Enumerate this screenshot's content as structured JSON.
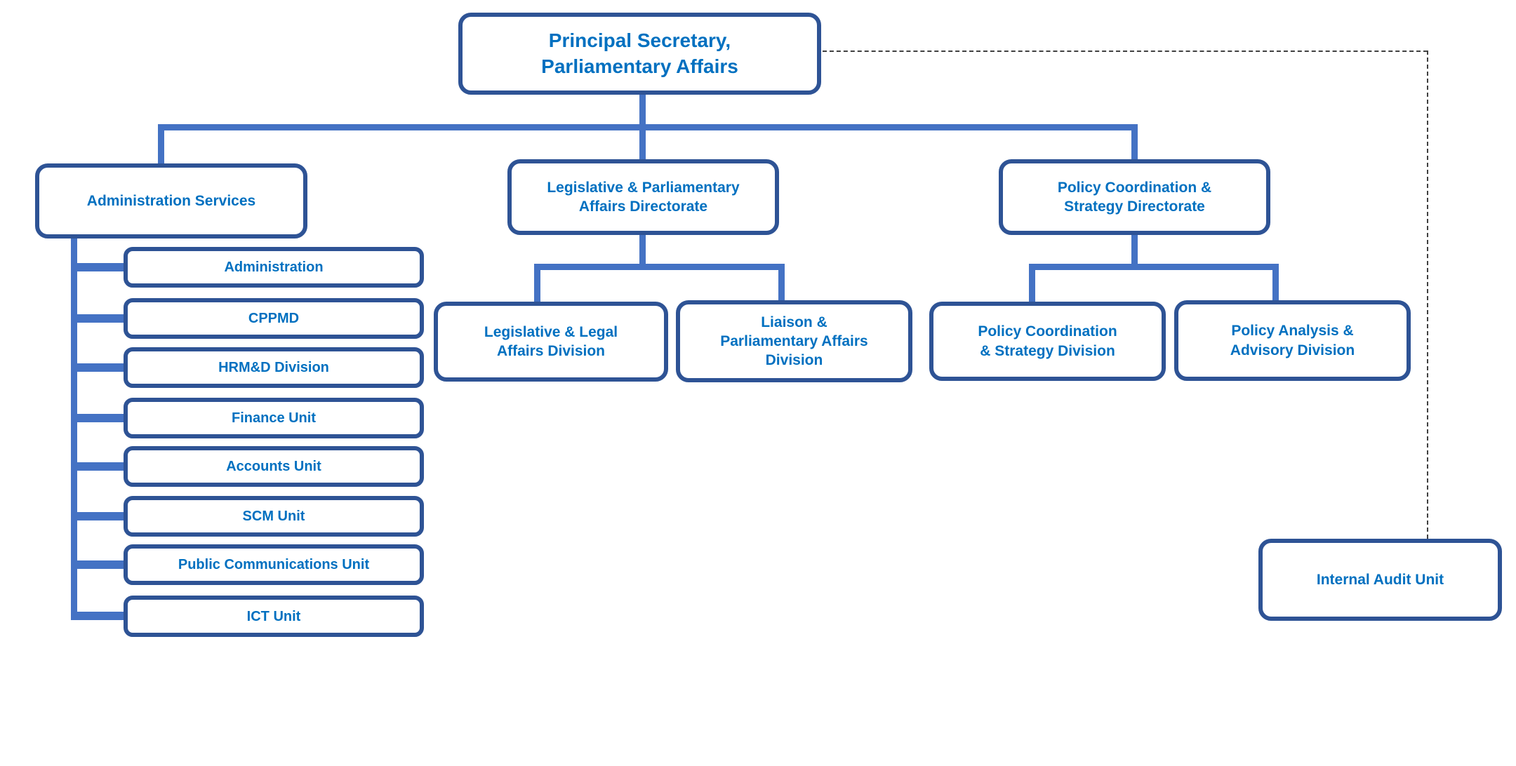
{
  "org": {
    "background": "#FFFFFF",
    "colors": {
      "box_border": "#2E5395",
      "box_fill": "#FFFFFF",
      "label_text": "#0070C0",
      "connector": "#4472C4",
      "dotted_connector": "#404040"
    },
    "root": {
      "label": "Principal  Secretary,\nParliamentary Affairs"
    },
    "admin": {
      "label": "Administration Services",
      "units": [
        "Administration",
        "CPPMD",
        "HRM&D Division",
        "Finance Unit",
        "Accounts Unit",
        "SCM Unit",
        "Public Communications Unit",
        "ICT Unit"
      ]
    },
    "legislative": {
      "label": "Legislative & Parliamentary\nAffairs Directorate",
      "divisions": [
        "Legislative & Legal\nAffairs Division",
        "Liaison &\nParliamentary Affairs\nDivision"
      ]
    },
    "policy": {
      "label": "Policy Coordination &\nStrategy Directorate",
      "divisions": [
        "Policy Coordination\n& Strategy Division",
        "Policy Analysis &\nAdvisory Division"
      ]
    },
    "audit": {
      "label": "Internal Audit Unit"
    }
  }
}
